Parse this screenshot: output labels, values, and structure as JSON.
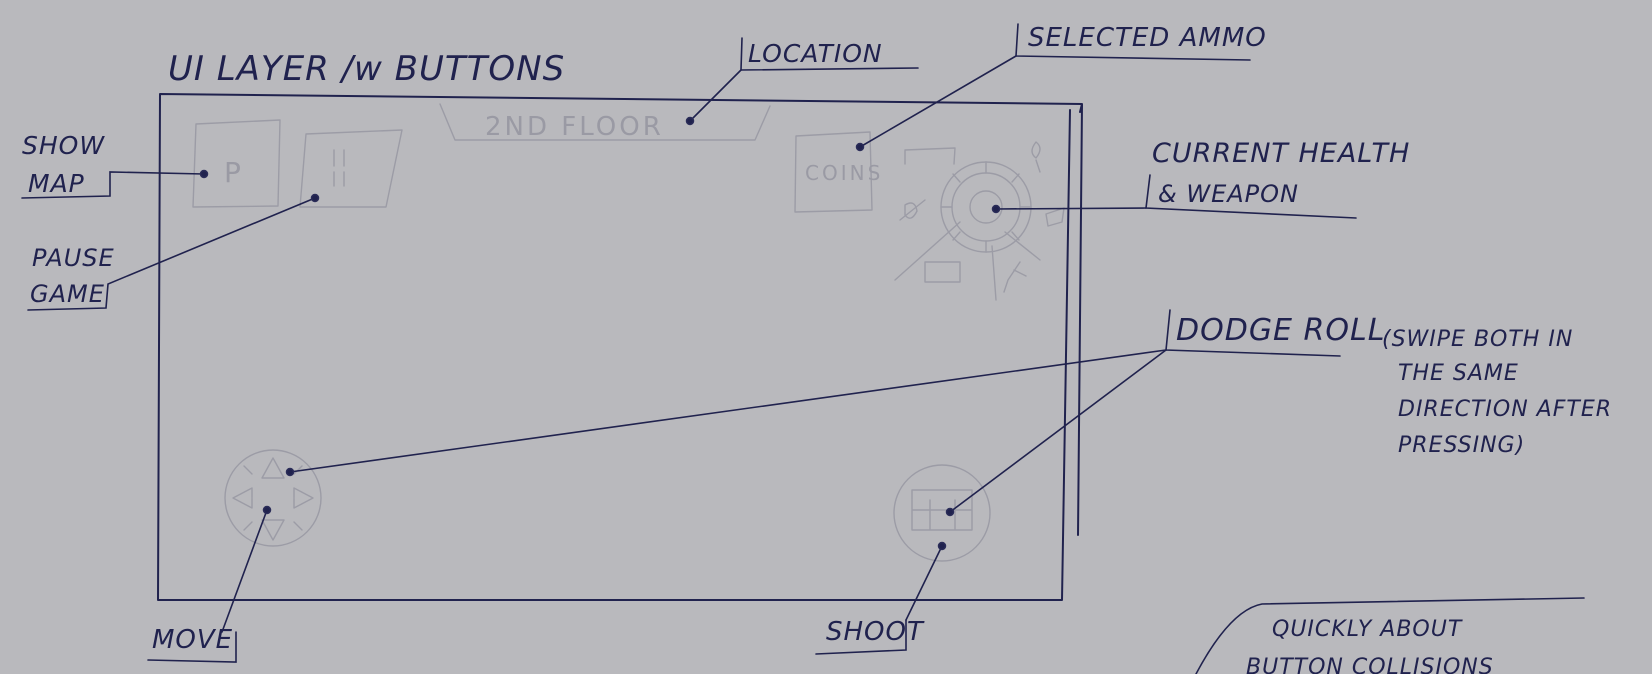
{
  "title": "UI LAYER /w BUTTONS",
  "screen": {
    "location_text": "2ND FLOOR",
    "map_button_text": "P",
    "ammo_text": "COINS"
  },
  "annotations": {
    "location": "LOCATION",
    "selected_ammo": "SELECTED AMMO",
    "show_map": [
      "SHOW",
      "MAP"
    ],
    "pause_game": [
      "PAUSE",
      "GAME"
    ],
    "current_health": [
      "CURRENT HEALTH",
      "& WEAPON"
    ],
    "dodge_roll": "DODGE ROLL",
    "dodge_note": [
      "(SWIPE BOTH IN",
      "THE SAME",
      "DIRECTION AFTER",
      "PRESSING)"
    ],
    "move": "MOVE",
    "shoot": "SHOOT",
    "bottom_note": [
      "QUICKLY ABOUT",
      "BUTTON COLLISIONS"
    ]
  },
  "colors": {
    "paper": "#b9b9bd",
    "ink": "#20224e",
    "pencil": "#9c9ca6"
  }
}
